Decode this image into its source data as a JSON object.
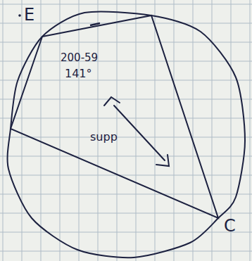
{
  "diagram": {
    "labels": [
      "E",
      "200-59",
      "141°",
      "supp",
      "C"
    ]
  }
}
